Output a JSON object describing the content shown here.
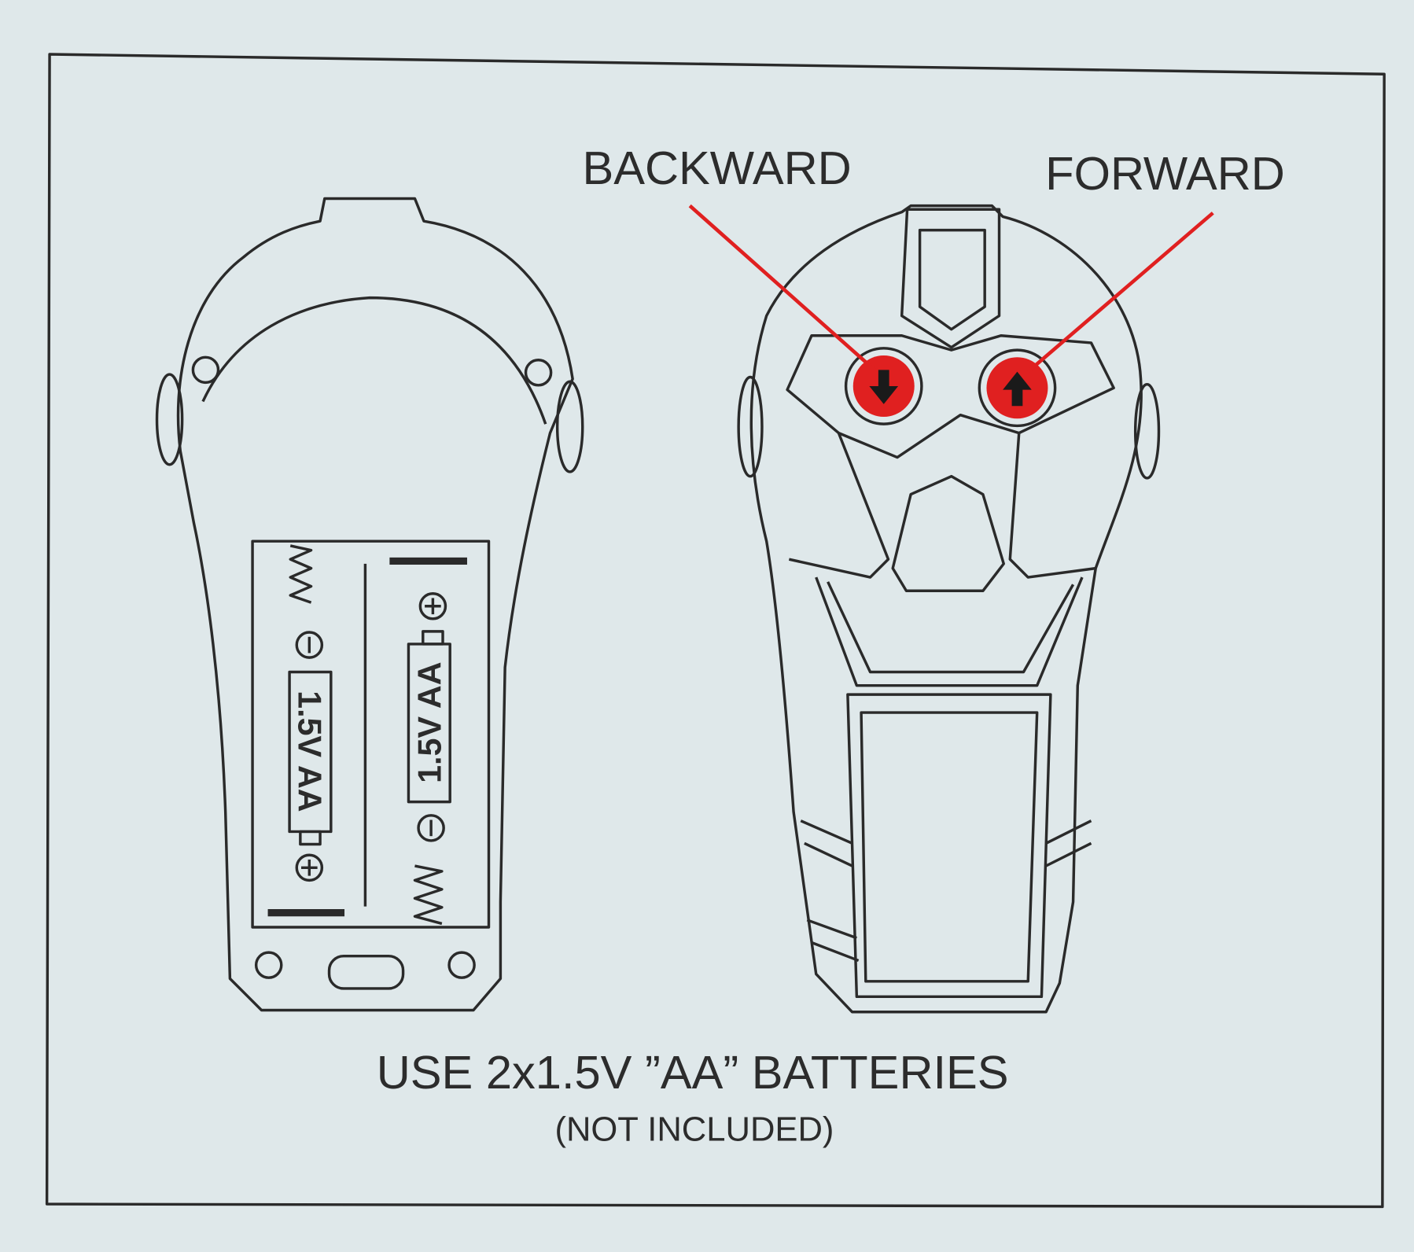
{
  "labels": {
    "backward": "BACKWARD",
    "forward": "FORWARD",
    "instruction": "USE 2x1.5V ”AA” BATTERIES",
    "note": "(NOT INCLUDED)"
  },
  "batteries": [
    {
      "label": "1.5V AA"
    },
    {
      "label": "1.5V AA"
    }
  ],
  "polarity": {
    "plus": "+",
    "minus": "−"
  },
  "colors": {
    "background": "#dfe8ea",
    "line": "#2a2a2a",
    "accent": "#e02020"
  }
}
